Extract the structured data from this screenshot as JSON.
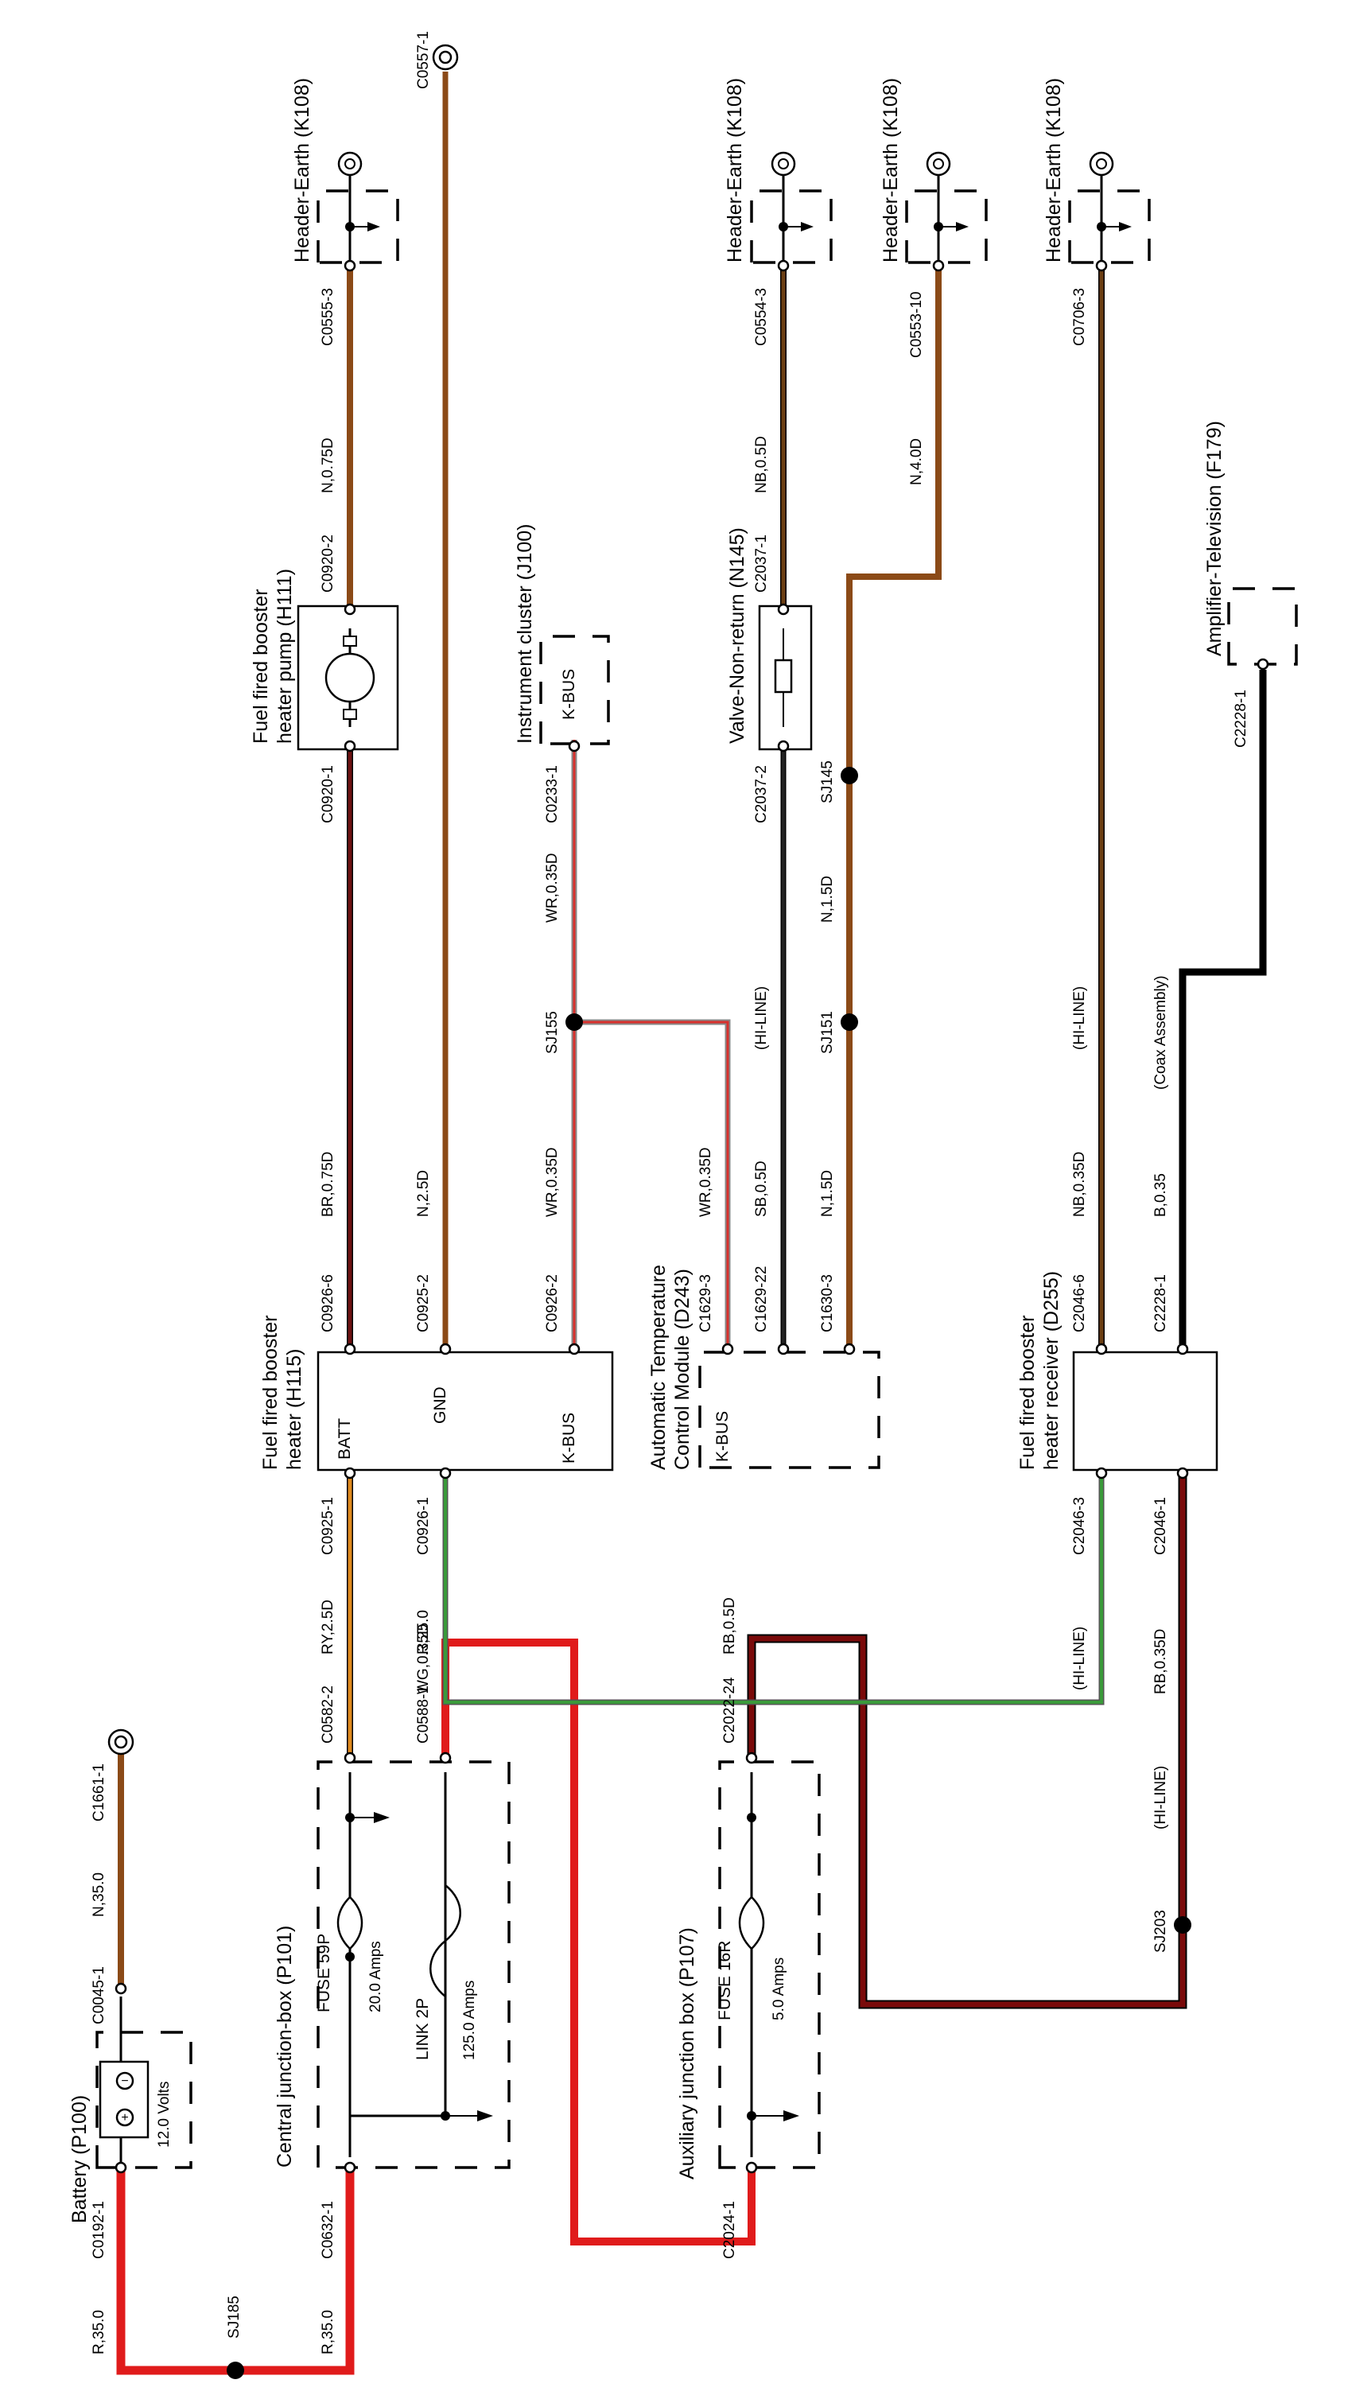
{
  "wire_colors": {
    "R": "#e01b1b",
    "N": "#8b4a17",
    "RY": "#e08a1e",
    "BR": "#6d1212",
    "WR": "#d8302c",
    "WG": "#3a9a3a",
    "SB": "#222222",
    "NB": "#6b3e12",
    "RB": "#7a0a0a",
    "B": "#000000"
  },
  "components": {
    "battery": {
      "name": "Battery (P100)",
      "voltage": "12.0 Volts"
    },
    "cjb": {
      "name": "Central junction-box (P101)",
      "fuse": "FUSE 59P",
      "fuse_rating": "20.0 Amps",
      "link": "LINK 2P",
      "link_rating": "125.0 Amps"
    },
    "ajb": {
      "name": "Auxiliary junction box (P107)",
      "fuse": "FUSE 16R",
      "fuse_rating": "5.0 Amps"
    },
    "heater": {
      "name_line1": "Fuel fired booster",
      "name_line2": "heater (H115)",
      "pin_batt": "BATT",
      "pin_gnd": "GND",
      "pin_kbus": "K-BUS"
    },
    "pump": {
      "name_line1": "Fuel fired booster",
      "name_line2": "heater pump (H111)"
    },
    "cluster": {
      "name": "Instrument cluster (J100)",
      "pin": "K-BUS"
    },
    "atc": {
      "name_line1": "Automatic Temperature",
      "name_line2": "Control Module (D243)",
      "pin": "K-BUS"
    },
    "valve": {
      "name": "Valve-Non-return (N145)"
    },
    "receiver": {
      "name_line1": "Fuel fired booster",
      "name_line2": "heater receiver (D255)"
    },
    "amplifier": {
      "name": "Amplifier-Television (F179)"
    },
    "earth1": {
      "name": "Header-Earth (K108)"
    },
    "earth2": {
      "name": "Header-Earth (K108)"
    },
    "earth3": {
      "name": "Header-Earth (K108)"
    },
    "earth4": {
      "name": "Header-Earth (K108)"
    }
  },
  "connectors": {
    "c0192_1": "C0192-1",
    "c0045_1": "C0045-1",
    "c1661_1": "C1661-1",
    "c0632_1": "C0632-1",
    "c0582_2": "C0582-2",
    "c0588_1": "C0588-1",
    "c2024_1": "C2024-1",
    "c2022_24": "C2022-24",
    "c0925_1": "C0925-1",
    "c0926_1": "C0926-1",
    "c0926_6": "C0926-6",
    "c0925_2": "C0925-2",
    "c0926_2": "C0926-2",
    "c1629_3": "C1629-3",
    "c1629_22": "C1629-22",
    "c1630_3": "C1630-3",
    "c2046_3": "C2046-3",
    "c2046_1": "C2046-1",
    "c2046_6": "C2046-6",
    "c2228_1_rx": "C2228-1",
    "c0920_1": "C0920-1",
    "c0920_2": "C0920-2",
    "c0555_3": "C0555-3",
    "c0557_1": "C0557-1",
    "c0233_1": "C0233-1",
    "c2037_2": "C2037-2",
    "c2037_1": "C2037-1",
    "c0554_3": "C0554-3",
    "c0553_10": "C0553-10",
    "c0706_3": "C0706-3",
    "c2228_1_amp": "C2228-1"
  },
  "wires": {
    "bat_feed": "R,35.0",
    "bat_earth": "N,35.0",
    "cjb_feed": "R,35.0",
    "fuse59_out": "RY,2.5D",
    "link2_out": "R,25.0",
    "fuse16_out": "RB,0.5D",
    "kbus_atc_lbl": "WG,0.35D",
    "hiline1": "(HI-LINE)",
    "rx_feed_lbl": "RB,0.35D",
    "hiline2": "(HI-LINE)",
    "br": "BR,0.75D",
    "gnd": "N,2.5D",
    "kbus_wr1": "WR,0.35D",
    "kbus_wr2": "WR,0.35D",
    "sb": "SB,0.5D",
    "hiline3": "(HI-LINE)",
    "n15a": "N,1.5D",
    "n15b": "N,1.5D",
    "nb035": "NB,0.35D",
    "hiline4": "(HI-LINE)",
    "b035": "B,0.35",
    "coax": "(Coax Assembly)",
    "wr_cluster": "WR,0.35D",
    "n075": "N,0.75D",
    "nb05": "NB,0.5D",
    "n40": "N,4.0D"
  },
  "splices": {
    "sj185": "SJ185",
    "sj203": "SJ203",
    "sj155": "SJ155",
    "sj151": "SJ151",
    "sj145": "SJ145"
  }
}
